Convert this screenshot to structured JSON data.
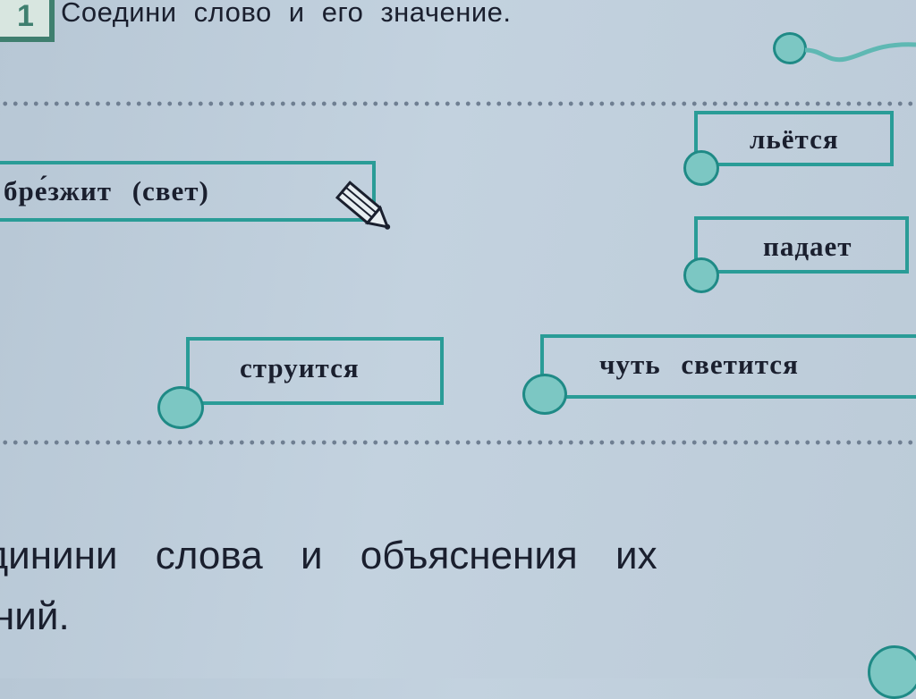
{
  "task1": {
    "number": "1",
    "title": "Соедини слово и его значение.",
    "word": "бре́зжит (свет)",
    "meanings": [
      "льётся",
      "падает",
      "струится",
      "чуть светится"
    ]
  },
  "task2": {
    "line1": "единини слова и объяснения их",
    "line2": "ний."
  },
  "colors": {
    "teal": "#2a9c97",
    "circle_fill": "#7cc7c3",
    "page": "#bfcedb"
  }
}
